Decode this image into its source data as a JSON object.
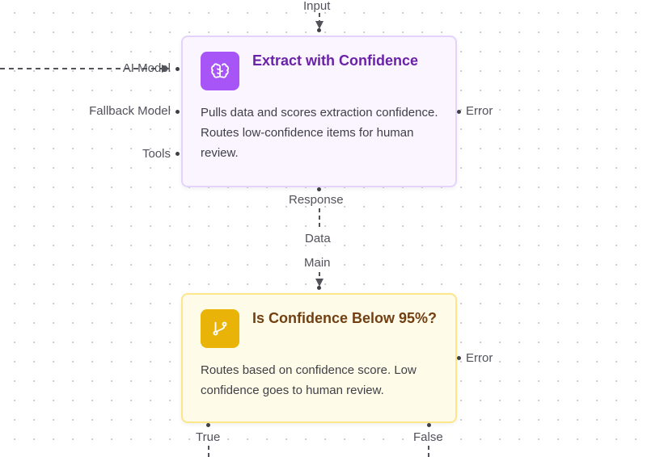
{
  "nodes": {
    "extract": {
      "title": "Extract with Confidence",
      "description": "Pulls data and scores extraction confidence. Routes low-confidence items for human review.",
      "icon": "brain-icon",
      "accent": "#a855f7",
      "inputs": {
        "top": "Input",
        "left": [
          "AI Model",
          "Fallback Model",
          "Tools"
        ]
      },
      "outputs": {
        "right": "Error",
        "bottom": "Response"
      }
    },
    "condition": {
      "title": "Is Confidence Below 95%?",
      "description": "Routes based on confidence score. Low confidence goes to human review.",
      "icon": "git-branch-icon",
      "accent": "#eab308",
      "inputs": {
        "top": "Main"
      },
      "outputs": {
        "right": "Error",
        "bottom_left": "True",
        "bottom_right": "False"
      }
    }
  },
  "edges": {
    "extract_to_condition_label": "Data"
  }
}
